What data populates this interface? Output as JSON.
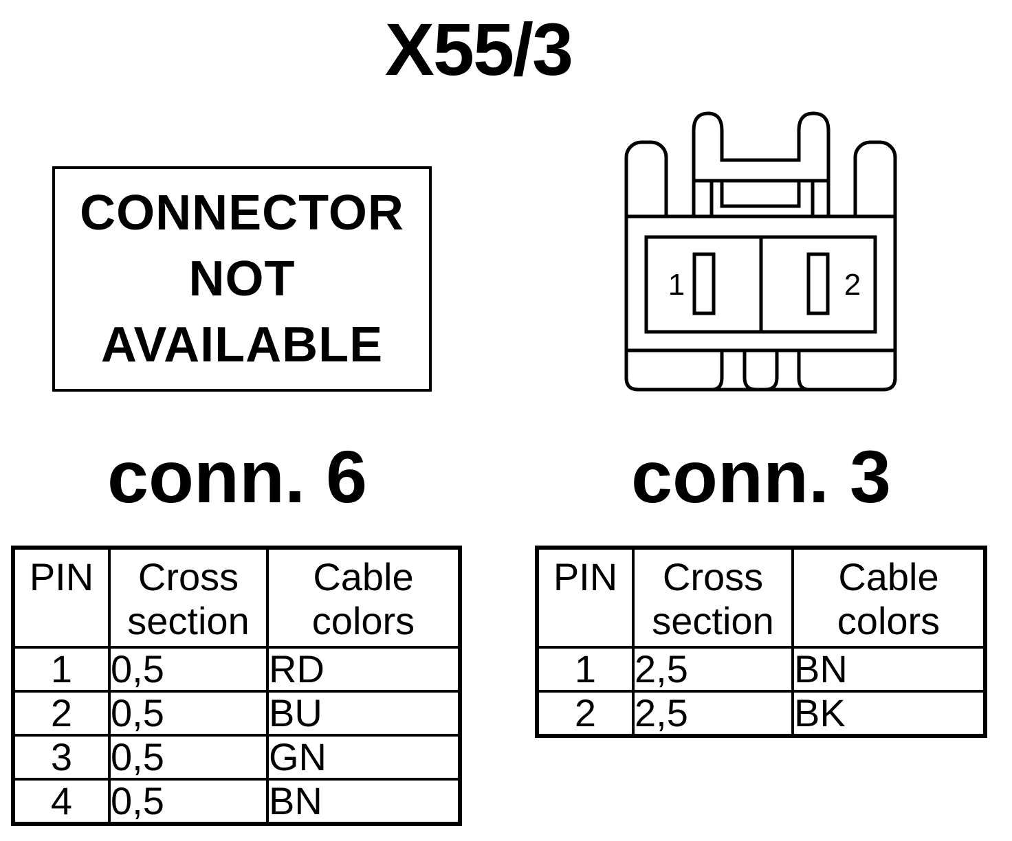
{
  "title": "X55/3",
  "left_panel": {
    "not_available_lines": [
      "CONNECTOR",
      "NOT",
      "AVAILABLE"
    ],
    "label": "conn. 6"
  },
  "right_panel": {
    "connector_pins": [
      "1",
      "2"
    ],
    "label": "conn. 3"
  },
  "table_headers": {
    "pin": "PIN",
    "cross_line1": "Cross",
    "cross_line2": "section",
    "color_line1": "Cable",
    "color_line2": "colors"
  },
  "conn6_rows": [
    {
      "pin": "1",
      "cross": "0,5",
      "color": "RD"
    },
    {
      "pin": "2",
      "cross": "0,5",
      "color": "BU"
    },
    {
      "pin": "3",
      "cross": "0,5",
      "color": "GN"
    },
    {
      "pin": "4",
      "cross": "0,5",
      "color": "BN"
    }
  ],
  "conn3_rows": [
    {
      "pin": "1",
      "cross": "2,5",
      "color": "BN"
    },
    {
      "pin": "2",
      "cross": "2,5",
      "color": "BK"
    }
  ]
}
